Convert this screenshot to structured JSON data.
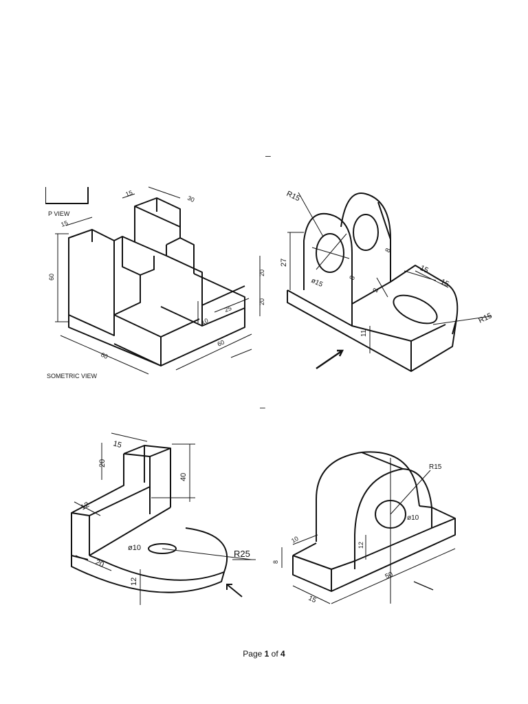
{
  "markers": [
    "–",
    "–"
  ],
  "figure1": {
    "label_top_view": "P VIEW",
    "label_iso_view": "SOMETRIC VIEW",
    "dims": [
      "15",
      "30",
      "15",
      "60",
      "20",
      "20",
      "25",
      "10",
      "60",
      "60"
    ]
  },
  "figure2": {
    "dims": [
      "R15",
      "27",
      "ø15",
      "8",
      "8",
      "2",
      "15",
      "15",
      "R15",
      "11"
    ]
  },
  "figure3": {
    "dims": [
      "15",
      "20",
      "40",
      "12",
      "ø10",
      "R25",
      "20",
      "12"
    ]
  },
  "figure4": {
    "dims": [
      "R15",
      "ø10",
      "10",
      "8",
      "12",
      "50",
      "15"
    ]
  },
  "footer": {
    "prefix": "Page ",
    "current": "1",
    "middle": " of ",
    "total": "4"
  }
}
